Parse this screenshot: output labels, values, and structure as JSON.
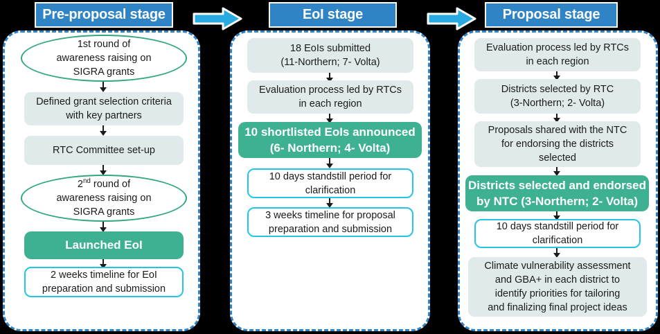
{
  "diagram": {
    "title": "SIGRA grants selection process stages",
    "colors": {
      "header_blue": "#2E84C4",
      "panel_border_blue": "#2E84C4",
      "arrow_cyan": "#29ABE2",
      "node_grey": "#E1EAEA",
      "node_green": "#3EB192",
      "node_outline_cyan": "#24C3E8",
      "ellipse_green": "#31A77E",
      "background": "#000000"
    },
    "transition_arrows": [
      {
        "name": "arrow-pre-proposal-to-eoi",
        "direction": "right"
      },
      {
        "name": "arrow-eoi-to-proposal",
        "direction": "right"
      }
    ],
    "stages": [
      {
        "id": "pre-proposal",
        "header": "Pre-proposal stage",
        "nodes": [
          {
            "id": "first-round-awareness",
            "style": "ellipse",
            "lines": [
              "1st round of",
              "awareness raising on",
              "SIGRA grants"
            ]
          },
          {
            "id": "defined-grant-selection-criteria",
            "style": "grey",
            "lines": [
              "Defined grant selection criteria",
              "with key partners"
            ]
          },
          {
            "id": "rtc-committee-set-up",
            "style": "grey",
            "lines": [
              "RTC Committee set-up"
            ]
          },
          {
            "id": "second-round-awareness",
            "style": "ellipse",
            "lines_html": [
              "2<sup>nd</sup> round of",
              "awareness raising on",
              "SIGRA grants"
            ]
          },
          {
            "id": "launched-eoi",
            "style": "green",
            "lines": [
              "Launched EoI"
            ]
          },
          {
            "id": "two-weeks-timeline-eoi",
            "style": "outline",
            "lines": [
              "2 weeks timeline for EoI",
              "preparation and submission"
            ]
          }
        ]
      },
      {
        "id": "eoi",
        "header": "EoI stage",
        "nodes": [
          {
            "id": "eois-submitted",
            "style": "grey",
            "lines": [
              "18 EoIs submitted",
              "(11-Northern; 7- Volta)"
            ]
          },
          {
            "id": "evaluation-process-rtcs",
            "style": "grey",
            "lines": [
              "Evaluation process led by RTCs",
              "in each region"
            ]
          },
          {
            "id": "shortlisted-eois-announced",
            "style": "green",
            "lines": [
              "10 shortlisted EoIs announced",
              "(6- Northern; 4- Volta)"
            ]
          },
          {
            "id": "ten-days-standstill-eoi",
            "style": "outline",
            "lines": [
              "10 days standstill period for",
              "clarification"
            ]
          },
          {
            "id": "three-weeks-timeline-proposal",
            "style": "outline",
            "lines": [
              "3 weeks timeline for proposal",
              "preparation and submission"
            ]
          }
        ]
      },
      {
        "id": "proposal",
        "header": "Proposal stage",
        "nodes": [
          {
            "id": "evaluation-process-rtcs-proposal",
            "style": "grey",
            "lines": [
              "Evaluation process led by RTCs",
              "in each region"
            ]
          },
          {
            "id": "districts-selected-by-rtc",
            "style": "grey",
            "lines": [
              "Districts selected by RTC",
              "(3-Northern; 2- Volta)"
            ]
          },
          {
            "id": "proposals-shared-with-ntc",
            "style": "grey",
            "lines": [
              "Proposals shared with the NTC",
              "for endorsing the districts",
              "selected"
            ]
          },
          {
            "id": "districts-selected-endorsed-ntc",
            "style": "green",
            "lines": [
              "Districts selected and endorsed",
              "by  NTC (3-Northern; 2- Volta)"
            ]
          },
          {
            "id": "ten-days-standstill-proposal",
            "style": "outline",
            "lines": [
              "10 days standstill period for",
              "clarification"
            ]
          },
          {
            "id": "climate-vulnerability-assessment",
            "style": "grey",
            "lines": [
              "Climate vulnerability  assessment",
              "and GBA+ in each district to",
              "identify priorities for tailoring",
              "and finalizing final project ideas"
            ]
          }
        ]
      }
    ]
  }
}
